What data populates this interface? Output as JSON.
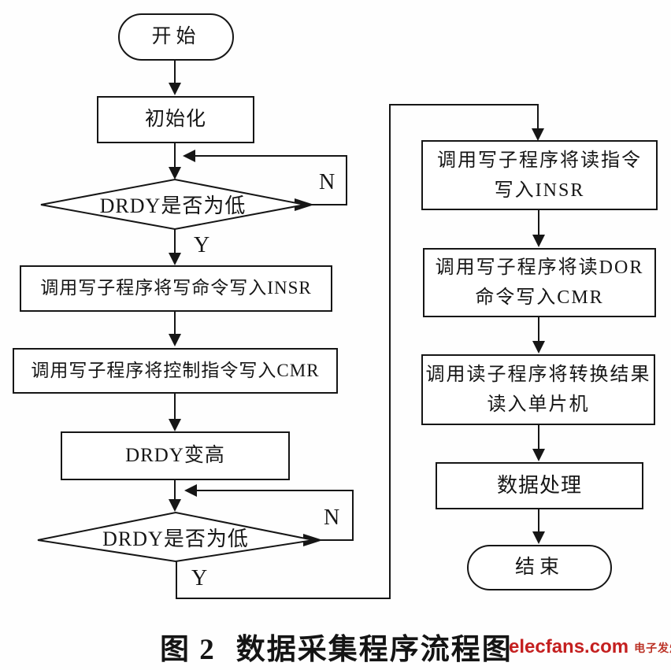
{
  "figure_type": "flowchart",
  "caption": {
    "prefix": "图 2",
    "title": "数据采集程序流程图"
  },
  "watermark": {
    "logo": "elecfans.com",
    "tagline": "电子发烧友",
    "color": "#c41f1f"
  },
  "colors": {
    "ink": "#161616",
    "background": "#fefefe",
    "node_fill": "#ffffff"
  },
  "labels": {
    "yes": "Y",
    "no": "N"
  },
  "nodes": {
    "start": "开始",
    "init": "初始化",
    "decision1": "DRDY是否为低",
    "write_insr": "调用写子程序将写命令写入INSR",
    "write_cmr": "调用写子程序将控制指令写入CMR",
    "drdy_high": "DRDY变高",
    "decision2": "DRDY是否为低",
    "read_insr": {
      "line1": "调用写子程序将读指令",
      "line2": "写入INSR"
    },
    "read_dor": {
      "line1": "调用写子程序将读DOR",
      "line2": "命令写入CMR"
    },
    "read_result": {
      "line1": "调用读子程序将转换结果",
      "line2": "读入单片机"
    },
    "data_process": "数据处理",
    "end": "结束"
  },
  "edges": [
    "start -> init",
    "init -> decision1",
    "decision1 -N-> decision1 (loop back above)",
    "decision1 -Y-> write_insr",
    "write_insr -> write_cmr",
    "write_cmr -> drdy_high",
    "drdy_high -> decision2",
    "decision2 -N-> decision2 (loop back above)",
    "decision2 -Y-> read_insr",
    "read_insr -> read_dor",
    "read_dor -> read_result",
    "read_result -> data_process",
    "data_process -> end"
  ]
}
